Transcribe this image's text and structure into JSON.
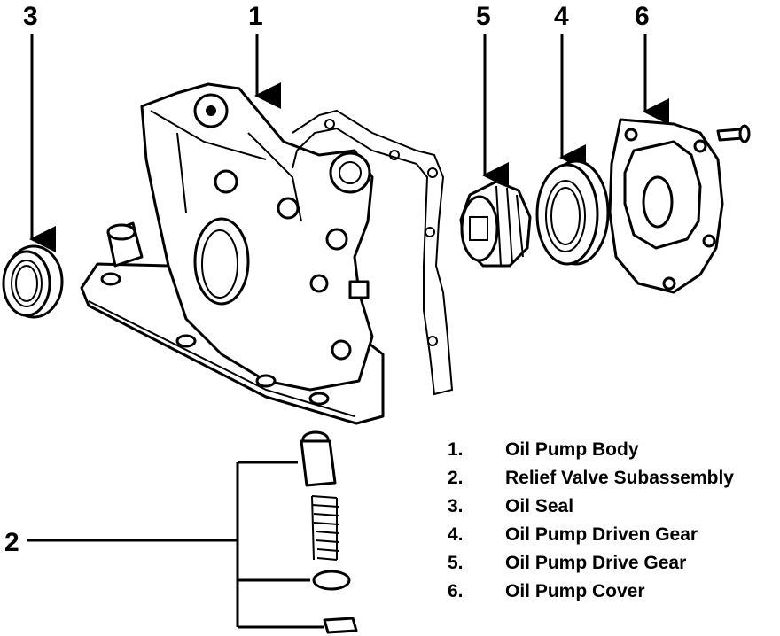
{
  "callouts": {
    "c1": "1",
    "c2": "2",
    "c3": "3",
    "c4": "4",
    "c5": "5",
    "c6": "6"
  },
  "legend": [
    {
      "num": "1.",
      "label": "Oil Pump Body"
    },
    {
      "num": "2.",
      "label": "Relief Valve Subassembly"
    },
    {
      "num": "3.",
      "label": "Oil Seal"
    },
    {
      "num": "4.",
      "label": "Oil Pump Driven Gear"
    },
    {
      "num": "5.",
      "label": "Oil Pump Drive Gear"
    },
    {
      "num": "6.",
      "label": "Oil Pump Cover"
    }
  ]
}
